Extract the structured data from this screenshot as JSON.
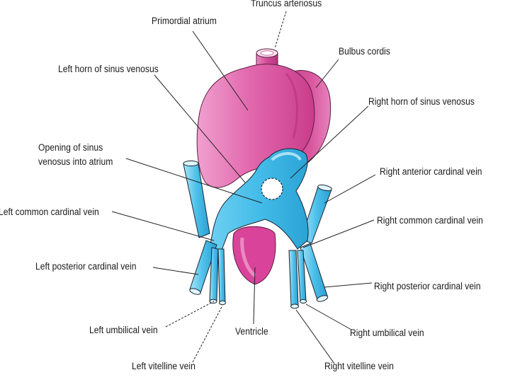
{
  "labels": {
    "truncus_arteriosus": "Truncus arteriosus",
    "primordial_atrium": "Primordial atrium",
    "bulbus_cordis": "Bulbus cordis",
    "left_horn": "Left horn of sinus venosus",
    "right_horn": "Right horn of sinus venosus",
    "opening_line1": "Opening of sinus",
    "opening_line2": "venosus into atrium",
    "right_anterior_cardinal": "Right anterior cardinal vein",
    "left_common_cardinal": "Left common cardinal vein",
    "right_common_cardinal": "Right common cardinal vein",
    "left_posterior_cardinal": "Left posterior cardinal vein",
    "right_posterior_cardinal": "Right posterior cardinal vein",
    "left_umbilical": "Left umbilical vein",
    "ventricle": "Ventricle",
    "right_umbilical": "Right umbilical vein",
    "left_vitelline": "Left vitelline vein",
    "right_vitelline": "Right vitelline vein"
  },
  "colors": {
    "heart_pink": "#d9439a",
    "heart_light": "#ee96cb",
    "vein_blue": "#4cc0ea",
    "vein_light": "#a9e4f7",
    "outline": "#1c2430",
    "leader": "#222222"
  }
}
